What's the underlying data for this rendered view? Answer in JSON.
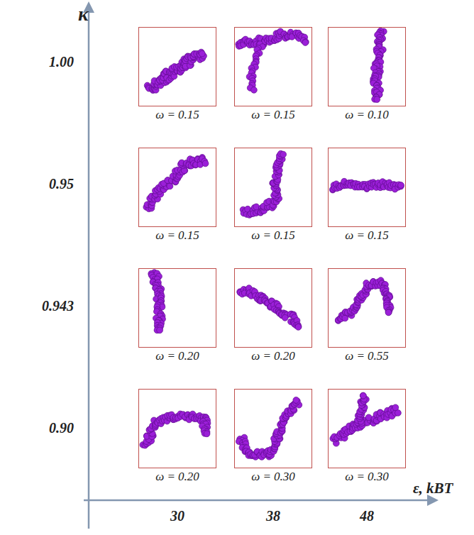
{
  "diagram": {
    "nodes": [
      {
        "text": [
          "ω = 0.15"
        ]
      },
      {
        "text": [
          "ω = 0.15"
        ]
      },
      {
        "text": [
          "ω = 0.10"
        ]
      },
      {
        "text": [
          "ω = 0.15"
        ]
      },
      {
        "text": [
          "ω = 0.15"
        ]
      },
      {
        "text": [
          "ω = 0.15"
        ]
      },
      {
        "text": [
          "ω = 0.20"
        ]
      },
      {
        "text": [
          "ω = 0.20"
        ]
      },
      {
        "text": [
          "ω = 0.55"
        ]
      },
      {
        "text": [
          "ω = 0.20"
        ]
      },
      {
        "text": [
          "ω = 0.30"
        ]
      },
      {
        "text": [
          "ω = 0.30"
        ]
      }
    ],
    "labels": [
      "κ",
      "1.00",
      "0.95",
      "0.943",
      "0.90",
      "30",
      "38",
      "48",
      "ε, kBT"
    ]
  }
}
